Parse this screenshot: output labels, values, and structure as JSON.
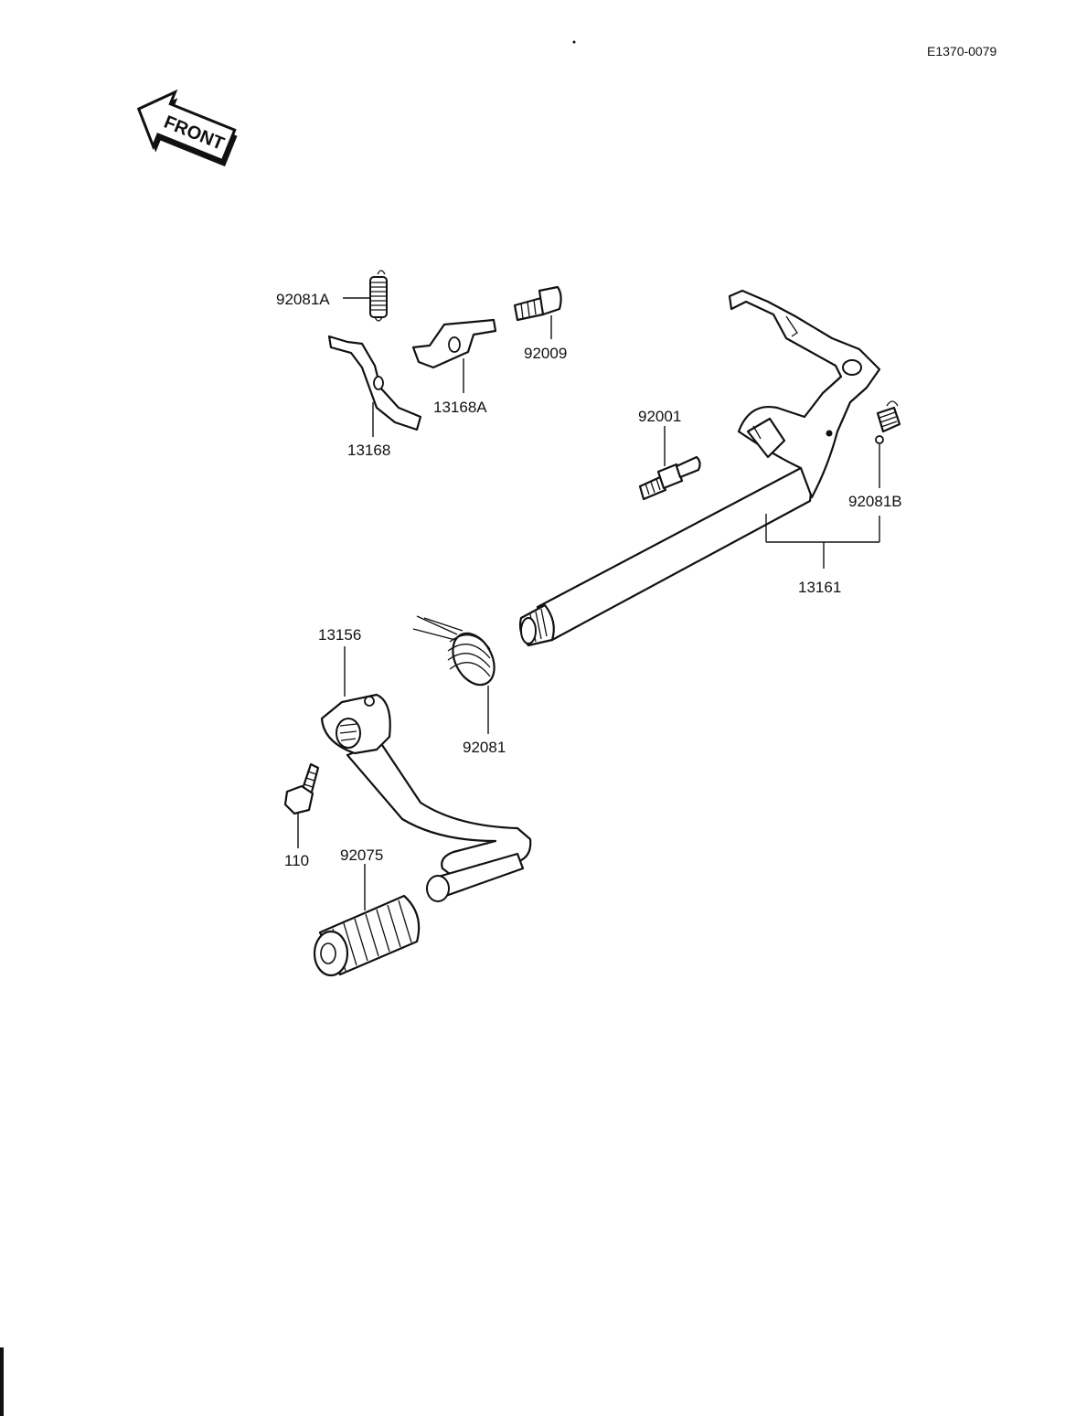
{
  "diagram_code": "E1370-0079",
  "front_arrow": {
    "text": "FRONT",
    "icon": "front-arrow-icon"
  },
  "parts": [
    {
      "id": "92081A"
    },
    {
      "id": "92009"
    },
    {
      "id": "13168A"
    },
    {
      "id": "13168"
    },
    {
      "id": "92001"
    },
    {
      "id": "92081B"
    },
    {
      "id": "13161"
    },
    {
      "id": "13156"
    },
    {
      "id": "92081"
    },
    {
      "id": "110"
    },
    {
      "id": "92075"
    }
  ]
}
